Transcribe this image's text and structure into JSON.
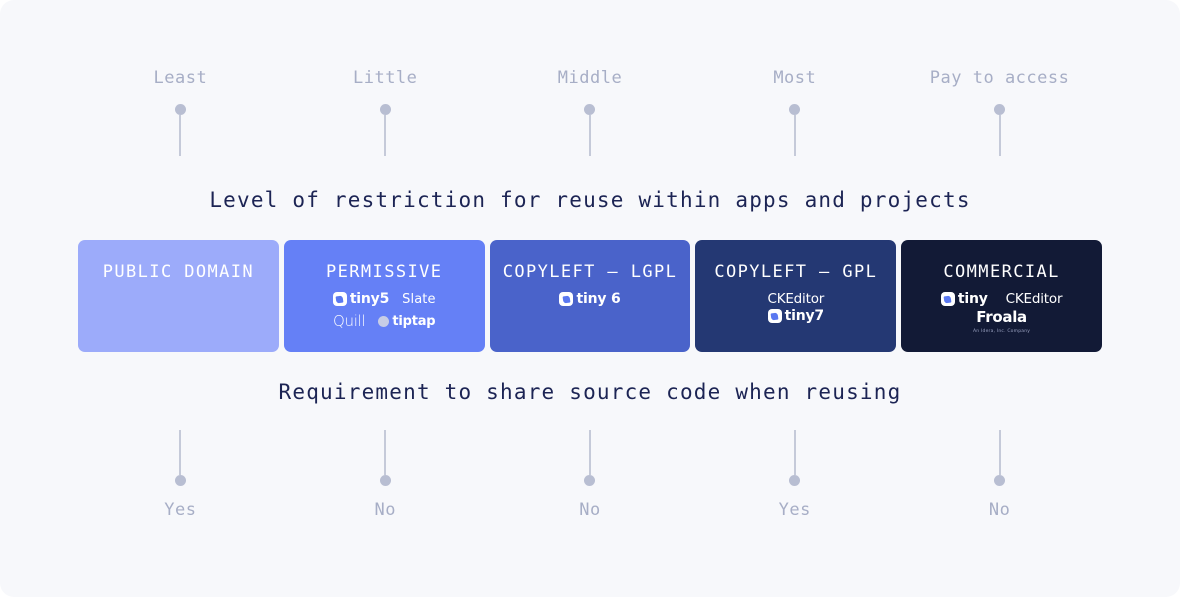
{
  "background_color": "#f7f8fb",
  "top_axis": {
    "heading": "Level of restriction for reuse within apps and projects",
    "labels": [
      "Least",
      "Little",
      "Middle",
      "Most",
      "Pay to access"
    ]
  },
  "bottom_axis": {
    "heading": "Requirement to share source code when reusing",
    "labels": [
      "Yes",
      "No",
      "No",
      "Yes",
      "No"
    ]
  },
  "cards": [
    {
      "title": "PUBLIC DOMAIN",
      "color": "#9cabfa",
      "logos": []
    },
    {
      "title": "PERMISSIVE",
      "color": "#6580f6",
      "logos": [
        {
          "name": "tiny5",
          "icon": "tinymce-logo-icon"
        },
        {
          "name": "Slate",
          "icon": "none"
        },
        {
          "name": "Quill",
          "icon": "quill-logo-icon"
        },
        {
          "name": "tiptap",
          "icon": "tiptap-logo-icon"
        }
      ]
    },
    {
      "title": "COPYLEFT — LGPL",
      "color": "#4a63ca",
      "logos": [
        {
          "name": "tiny 6",
          "icon": "tinymce-logo-icon"
        }
      ]
    },
    {
      "title": "COPYLEFT — GPL",
      "color": "#243873",
      "logos": [
        {
          "name": "CKEditor",
          "icon": "none"
        },
        {
          "name": "tiny7",
          "icon": "tinymce-logo-icon"
        }
      ]
    },
    {
      "title": "COMMERCIAL",
      "color": "#121a36",
      "logos": [
        {
          "name": "tiny",
          "icon": "tinymce-logo-icon"
        },
        {
          "name": "CKEditor",
          "icon": "none"
        },
        {
          "name": "Froala",
          "icon": "none",
          "sub": "An Idera, Inc. Company"
        }
      ]
    }
  ]
}
